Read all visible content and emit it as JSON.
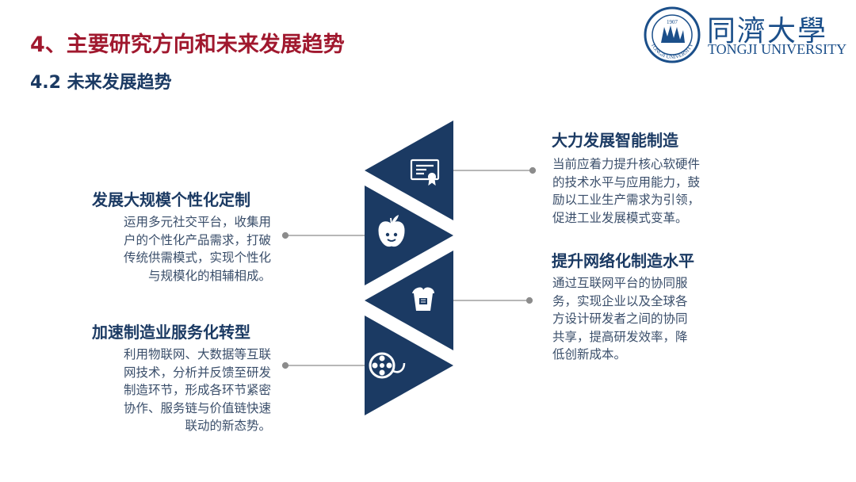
{
  "header": {
    "title": "4、主要研究方向和未来发展趋势",
    "subtitle": "4.2 未来发展趋势"
  },
  "logo": {
    "name_zh": "同濟大學",
    "name_en": "TONGJI UNIVERSITY",
    "seal_year": "1907",
    "seal_text": "TONGJI UNIVERSITY"
  },
  "items": [
    {
      "title": "大力发展智能制造",
      "lines": [
        "当前应着力提升核心软硬件",
        "的技术水平与应用能力，鼓",
        "励以工业生产需求为引领，",
        "促进工业发展模式变革。"
      ],
      "icon": "certificate-icon"
    },
    {
      "title": "发展大规模个性化定制",
      "lines": [
        "运用多元社交平台，收集用",
        "户的个性化产品需求，打破",
        "传统供需模式，实现个性化",
        "与规模化的相辅相成。"
      ],
      "icon": "apple-icon"
    },
    {
      "title": "提升网络化制造水平",
      "lines": [
        "通过互联网平台的协同服",
        "务，实现企业以及全球各",
        "方设计研发者之间的协同",
        "共享，提高研发效率，降",
        "低创新成本。"
      ],
      "icon": "basket-icon"
    },
    {
      "title": "加速制造业服务化转型",
      "lines": [
        "利用物联网、大数据等互联",
        "网技术，分析并反馈至研发",
        "制造环节，形成各环节紧密",
        "协作、服务链与价值链快速",
        "联动的新态势。"
      ],
      "icon": "film-reel-icon"
    }
  ],
  "colors": {
    "title": "#a0182e",
    "navy": "#1b3a63",
    "text": "#3a4e6a",
    "connector": "#8c8c8c",
    "logo_blue": "#1b4f8a"
  }
}
